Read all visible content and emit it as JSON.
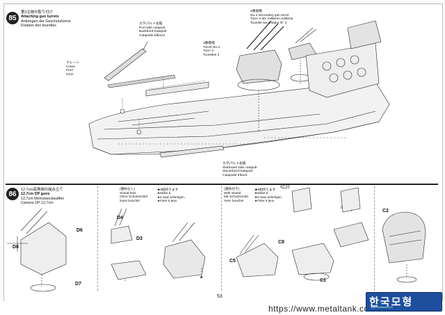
{
  "step85": {
    "number": "85",
    "title_jp": "第3主砲の取り付け",
    "title_en": "Attaching gun turrets",
    "title_de": "Anbringen der Geschütztürme",
    "title_fr": "Fixation des tourelles",
    "crane": [
      "クレーン",
      "Crane",
      "Kran",
      "Grue"
    ],
    "port_catapult": [
      "カタパルト左舷",
      "Port side catapult",
      "Backbord-Katapult",
      "Catapulte bâbord"
    ],
    "turret3": [
      "3番砲塔",
      "Turret No.3",
      "Turm 3",
      "Tourelles 3"
    ],
    "secondary4": [
      "4番副砲",
      "No.4 secondary gun turret",
      "Turm 4 der mittleren Artillerie",
      "Tourelle secondaire N° 4"
    ],
    "starboard_catapult": [
      "カタパルト右舷",
      "Starboard side catapult",
      "Steuerbord-Katapult",
      "Catapulte tribord"
    ]
  },
  "step86": {
    "number": "86",
    "title_jp": "12.7cm高角砲の組み立て",
    "title_en": "12.7cm DP guns",
    "title_de": "12,7cm Mehrzweckwaffen",
    "title_fr": "Canons DP 12,7cm",
    "shieldless": [
      "(盾防なし)",
      "Shield-less",
      "Ohne Schutzschild",
      "Sans bouclier"
    ],
    "withshield": [
      "(盾防付き)",
      "With Shield",
      "Mit Schutzschild",
      "Avec bouclier"
    ],
    "make_a": [
      "★6個作ります",
      "★Make 6.",
      "★6 Satz anfertigen.",
      "★Faire 6 jeux."
    ],
    "make_b": [
      "★6個作ります",
      "★Make 6.",
      "★6 Satz anfertigen.",
      "★Faire 6 jeux."
    ],
    "c2_label": "《C2》",
    "parts": {
      "d6": "D6",
      "d8": "D8",
      "d7": "D7",
      "d4": "D4",
      "d3": "D3",
      "c8": "C8",
      "c5": "C5",
      "c1": "C1",
      "c2": "C2",
      "a": "a"
    }
  },
  "page_number": "53",
  "watermark_url": "https://www.metaltank.co.kr",
  "logo_text": "한국모형",
  "logo_sub": "www.metaltank.co.kr"
}
